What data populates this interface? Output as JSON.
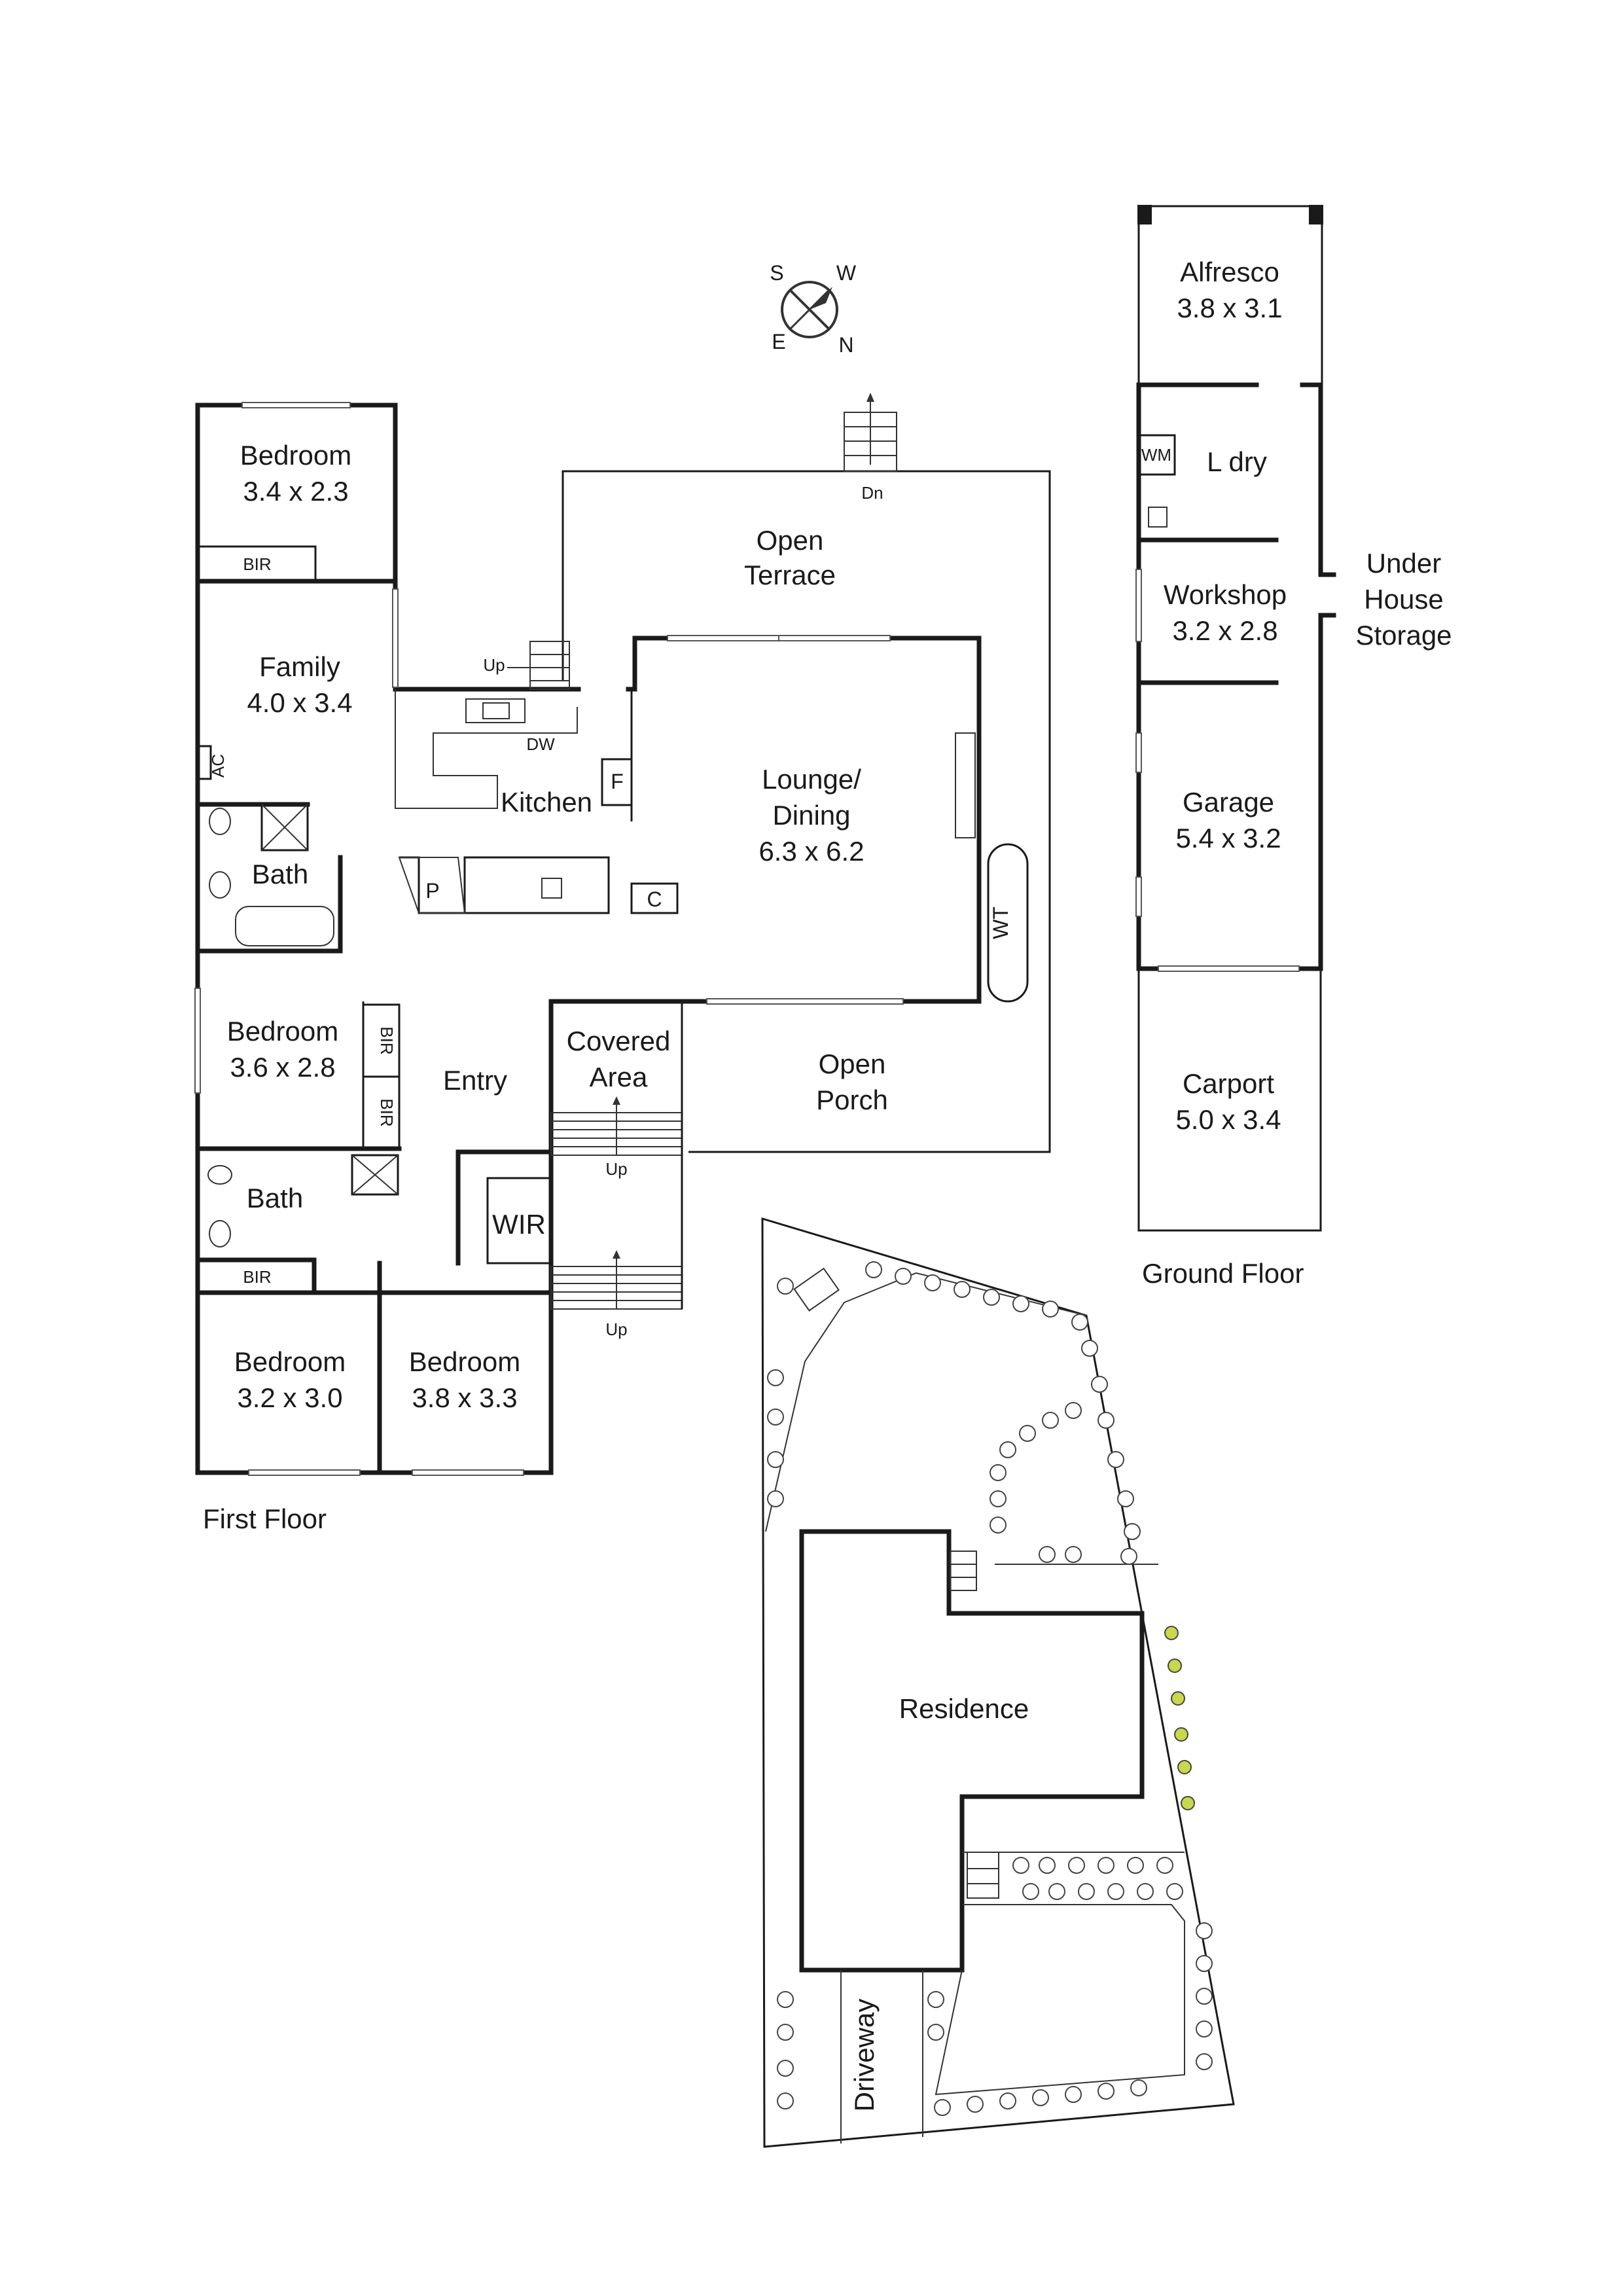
{
  "compass": {
    "s": "S",
    "w": "W",
    "e": "E",
    "n": "N"
  },
  "first_floor": {
    "title": "First Floor",
    "rooms": {
      "bedroom1": {
        "name": "Bedroom",
        "size": "3.4 x 2.3"
      },
      "family": {
        "name": "Family",
        "size": "4.0 x 3.4"
      },
      "kitchen": {
        "name": "Kitchen"
      },
      "lounge_dining": {
        "name_line1": "Lounge/",
        "name_line2": "Dining",
        "size": "6.3 x 6.2"
      },
      "bath1": {
        "name": "Bath"
      },
      "bedroom2": {
        "name": "Bedroom",
        "size": "3.6 x 2.8"
      },
      "entry": {
        "name": "Entry"
      },
      "covered_area": {
        "line1": "Covered",
        "line2": "Area"
      },
      "open_porch": {
        "line1": "Open",
        "line2": "Porch"
      },
      "open_terrace": {
        "line1": "Open",
        "line2": "Terrace"
      },
      "bath2": {
        "name": "Bath"
      },
      "wir": {
        "name": "WIR"
      },
      "bedroom3": {
        "name": "Bedroom",
        "size": "3.2 x 3.0"
      },
      "bedroom4": {
        "name": "Bedroom",
        "size": "3.8 x 3.3"
      }
    },
    "fixtures": {
      "bir": "BIR",
      "ac": "AC",
      "dw": "DW",
      "fridge": "F",
      "pantry": "P",
      "cupboard": "C",
      "wt": "WT",
      "up": "Up",
      "dn": "Dn"
    }
  },
  "ground_floor": {
    "title": "Ground Floor",
    "rooms": {
      "alfresco": {
        "name": "Alfresco",
        "size": "3.8 x 3.1"
      },
      "laundry": {
        "name": "L dry"
      },
      "wm": "WM",
      "workshop": {
        "name": "Workshop",
        "size": "3.2 x 2.8"
      },
      "under_house": {
        "line1": "Under",
        "line2": "House",
        "line3": "Storage"
      },
      "garage": {
        "name": "Garage",
        "size": "5.4 x 3.2"
      },
      "carport": {
        "name": "Carport",
        "size": "5.0 x 3.4"
      }
    }
  },
  "site_plan": {
    "residence": "Residence",
    "driveway": "Driveway"
  }
}
